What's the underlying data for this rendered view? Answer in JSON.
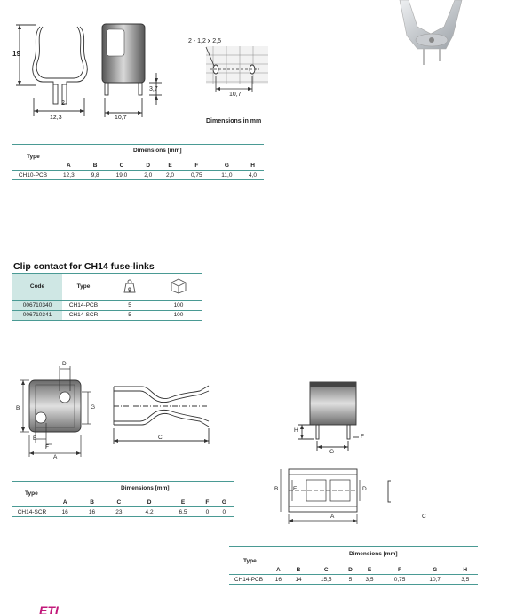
{
  "drawings_top": {
    "dim_19": "19",
    "dim_2": "2",
    "dim_12_3": "12,3",
    "dim_10_7_left": "10,7",
    "dim_3_7": "3,7",
    "dim_hole": "2 - 1,2 x 2,5",
    "dim_10_7_right": "10,7",
    "dimensions_note": "Dimensions in mm"
  },
  "table1": {
    "type_label": "Type",
    "dims_label": "Dimensions [mm]",
    "columns": [
      "A",
      "B",
      "C",
      "D",
      "E",
      "F",
      "G",
      "H"
    ],
    "row": {
      "type": "CH10-PCB",
      "values": [
        "12,3",
        "9,8",
        "19,0",
        "2,0",
        "2,0",
        "0,75",
        "11,0",
        "4,0"
      ]
    }
  },
  "section2": {
    "title": "Clip contact for CH14 fuse-links",
    "code_label": "Code",
    "type_label": "Type",
    "weight_icon_text": "g",
    "rows": [
      {
        "code": "006710340",
        "type": "CH14-PCB",
        "weight": "5",
        "pack": "100"
      },
      {
        "code": "006710341",
        "type": "CH14-SCR",
        "weight": "5",
        "pack": "100"
      }
    ]
  },
  "drawings_mid": {
    "D": "D",
    "B": "B",
    "G": "G",
    "C": "C",
    "E": "E",
    "F": "F",
    "A": "A",
    "H": "H",
    "F2": "F",
    "G2": "G",
    "B3": "B",
    "E3": "E",
    "D3": "D",
    "A3": "A",
    "C3": "C"
  },
  "table2": {
    "type_label": "Type",
    "dims_label": "Dimensions [mm]",
    "columns": [
      "A",
      "B",
      "C",
      "D",
      "E",
      "F",
      "G"
    ],
    "row": {
      "type": "CH14-SCR",
      "values": [
        "16",
        "16",
        "23",
        "4,2",
        "6,5",
        "0",
        "0"
      ]
    }
  },
  "table3": {
    "type_label": "Type",
    "dims_label": "Dimensions [mm]",
    "columns": [
      "A",
      "B",
      "C",
      "D",
      "E",
      "F",
      "G",
      "H"
    ],
    "row": {
      "type": "CH14-PCB",
      "values": [
        "16",
        "14",
        "15,5",
        "5",
        "3,5",
        "0,75",
        "10,7",
        "3,5"
      ]
    }
  },
  "footer": {
    "logo": "ETI"
  },
  "colors": {
    "accent": "#4a9a94",
    "header_fill": "#cfe7e4",
    "logo": "#c2187a"
  }
}
